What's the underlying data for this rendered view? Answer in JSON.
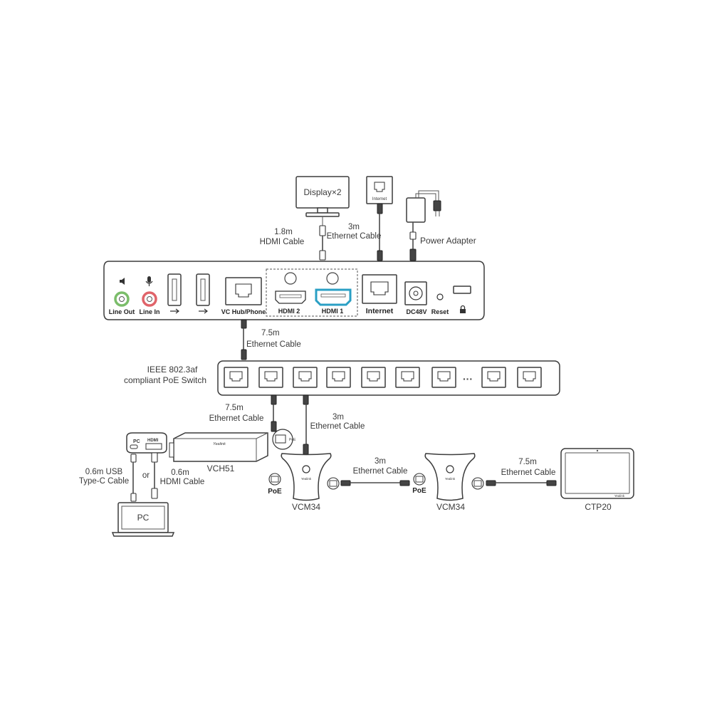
{
  "display": {
    "label": "Display×2"
  },
  "internet": {
    "label": "Internet"
  },
  "cables": {
    "hdmi_display": [
      "1.8m",
      "HDMI Cable"
    ],
    "eth_internet": [
      "3m",
      "Ethernet Cable"
    ],
    "power": "Power Adapter",
    "vc_hub_switch": [
      "7.5m",
      "Ethernet Cable"
    ],
    "switch_vch51": [
      "7.5m",
      "Ethernet Cable"
    ],
    "switch_vcm34": [
      "3m",
      "Ethernet Cable"
    ],
    "vcm34_vcm34": [
      "3m",
      "Ethernet Cable"
    ],
    "vcm34_ctp20": [
      "7.5m",
      "Ethernet Cable"
    ],
    "usb_c": [
      "0.6m USB",
      "Type-C Cable"
    ],
    "hdmi_pc": [
      "0.6m",
      "HDMI Cable"
    ]
  },
  "mcore_ports": {
    "line_out": "Line Out",
    "line_in": "Line In",
    "usb_symbol": "⭠•⊸",
    "vc_hub": "VC Hub/Phone",
    "hdmi2": "HDMI 2",
    "hdmi1": "HDMI 1",
    "internet": "Internet",
    "dc48v": "DC48V",
    "reset": "Reset"
  },
  "switch": {
    "label": [
      "IEEE 802.3af",
      "compliant PoE Switch"
    ],
    "ellipsis": "···"
  },
  "vch51": {
    "name": "VCH51",
    "brand": "Yealink",
    "pc_port": "PC",
    "hdmi_port": "HDMI",
    "poe_port": "PoE",
    "or": "or"
  },
  "pc": {
    "label": "PC"
  },
  "vcm34": {
    "name": "VCM34",
    "poe": "PoE",
    "brand": "Yealink"
  },
  "ctp20": {
    "name": "CTP20",
    "brand": "Yealink"
  },
  "colors": {
    "hdmi1_highlight": "#2a9fc4",
    "line_out_ring": "#7bbd6a",
    "line_in_ring": "#e0646a",
    "device_stroke": "#3c3c3c"
  }
}
